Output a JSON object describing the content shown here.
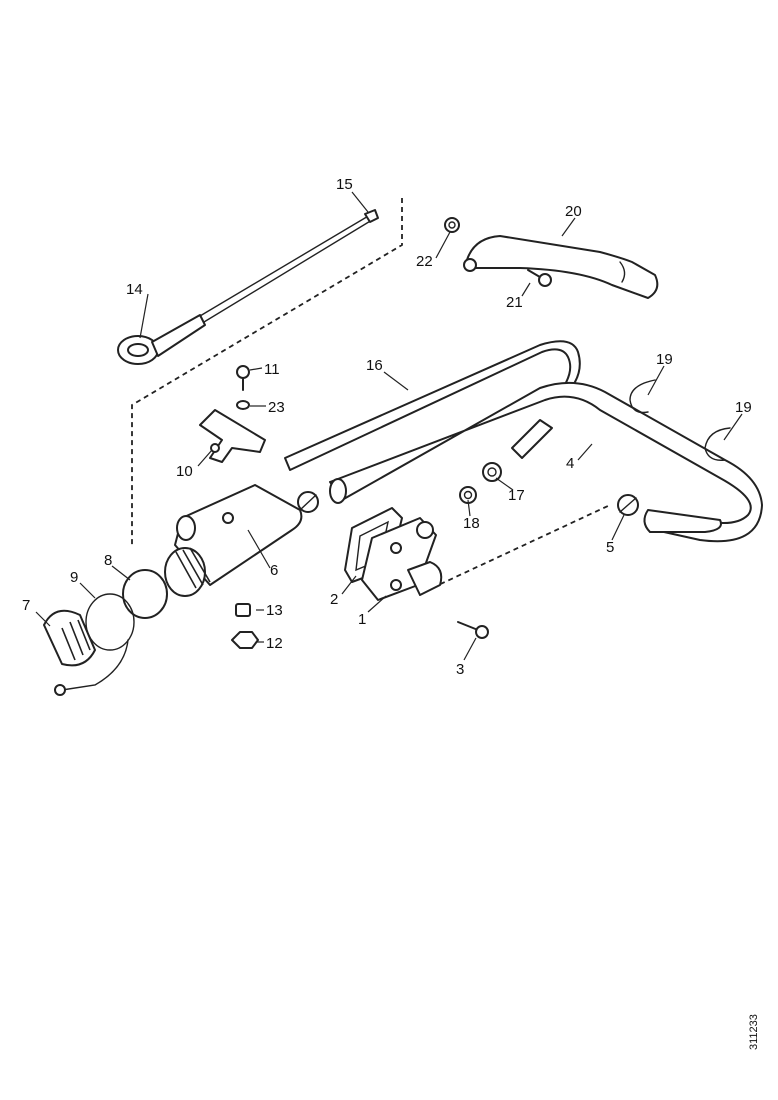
{
  "diagram": {
    "callouts": {
      "c1": "1",
      "c2": "2",
      "c3": "3",
      "c4": "4",
      "c5": "5",
      "c6": "6",
      "c7": "7",
      "c8": "8",
      "c9": "9",
      "c10": "10",
      "c11": "11",
      "c12": "12",
      "c13": "13",
      "c14": "14",
      "c15": "15",
      "c16": "16",
      "c17": "17",
      "c18": "18",
      "c19a": "19",
      "c19b": "19",
      "c20": "20",
      "c21": "21",
      "c22": "22",
      "c23": "23"
    },
    "reference_code": "311233"
  }
}
